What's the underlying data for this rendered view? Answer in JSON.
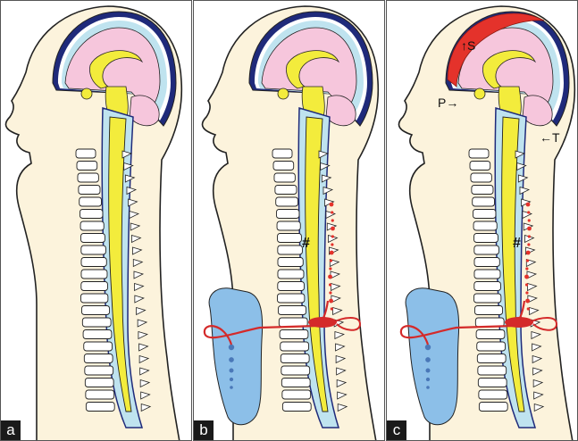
{
  "panels": [
    {
      "label": "a"
    },
    {
      "label": "b",
      "marks": {
        "hash": "#"
      }
    },
    {
      "label": "c",
      "marks": {
        "hash": "#",
        "s": "↑S",
        "p": "P→",
        "t": "←T"
      }
    }
  ],
  "colors": {
    "skin": "#fcf3dc",
    "outline": "#222222",
    "dura": "#1f2a7a",
    "csf": "#bfe3ef",
    "brain": "#f6c6dc",
    "cord": "#f3ec3c",
    "vertebra": "#ffffff",
    "pump": "#8cbfe8",
    "blood": "#e4322b",
    "catheter": "#d42a2a"
  }
}
